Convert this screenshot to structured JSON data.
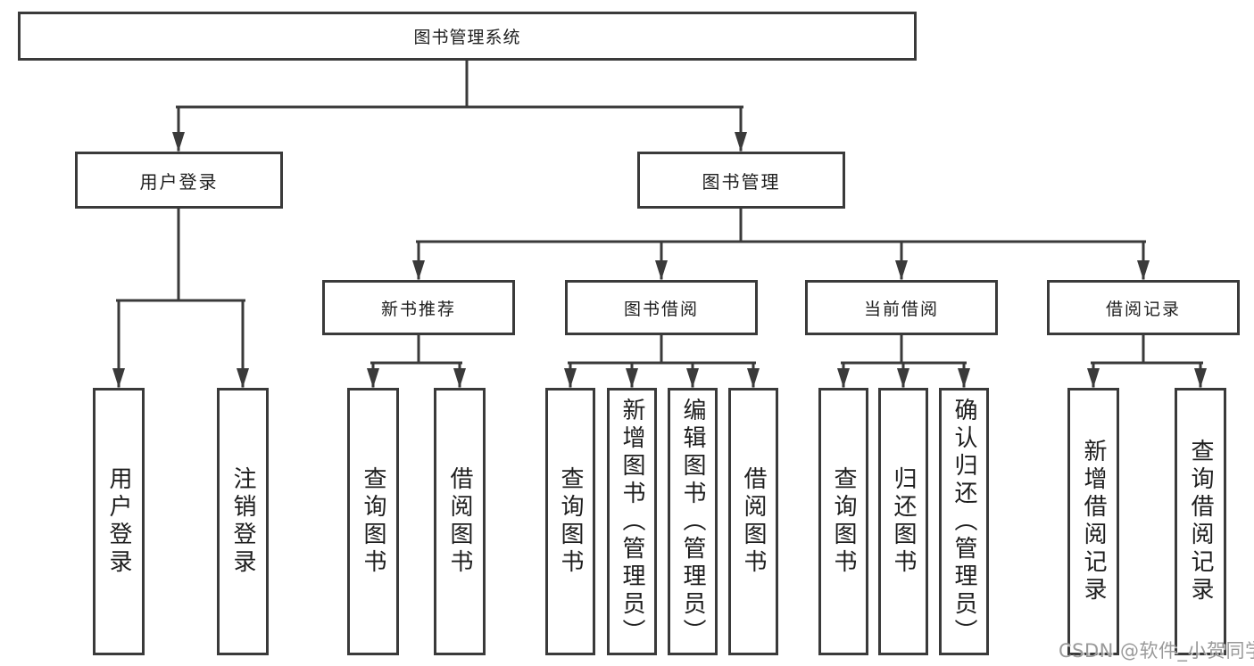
{
  "colors": {
    "line": "#3a3a3a",
    "box_border": "#3a3a3a",
    "text": "#1e1e1e",
    "watermark": "#9a9a9a",
    "background": "#ffffff"
  },
  "watermark": "CSDN @软件_小贺同学",
  "tree": {
    "root": {
      "label": "图书管理系统"
    },
    "branches": [
      {
        "label": "用户登录",
        "children": [
          {
            "label": "用户登录"
          },
          {
            "label": "注销登录"
          }
        ]
      },
      {
        "label": "图书管理",
        "children": [
          {
            "label": "新书推荐",
            "children": [
              {
                "label": "查询图书"
              },
              {
                "label": "借阅图书"
              }
            ]
          },
          {
            "label": "图书借阅",
            "children": [
              {
                "label": "查询图书"
              },
              {
                "label": "新增图书（管理员）"
              },
              {
                "label": "编辑图书（管理员）"
              },
              {
                "label": "借阅图书"
              }
            ]
          },
          {
            "label": "当前借阅",
            "children": [
              {
                "label": "查询图书"
              },
              {
                "label": "归还图书"
              },
              {
                "label": "确认归还（管理员）"
              }
            ]
          },
          {
            "label": "借阅记录",
            "children": [
              {
                "label": "新增借阅记录"
              },
              {
                "label": "查询借阅记录"
              }
            ]
          }
        ]
      }
    ]
  }
}
